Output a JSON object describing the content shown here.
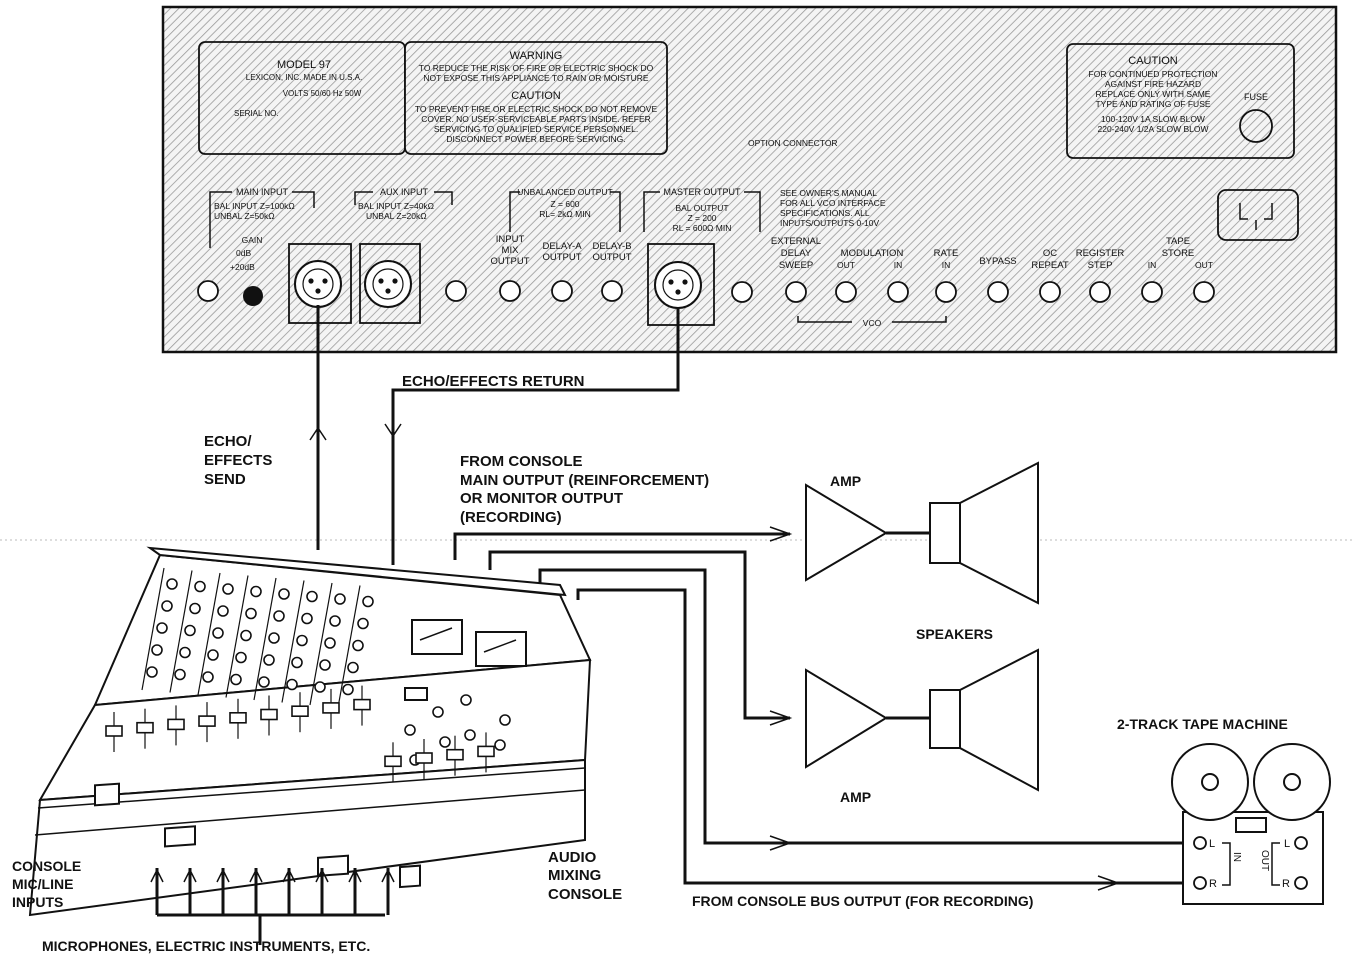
{
  "panel": {
    "model_box": {
      "model": "MODEL 97",
      "maker": "LEXICON, INC. MADE IN U.S.A.",
      "volts": "VOLTS 50/60 Hz 50W",
      "serial": "SERIAL NO."
    },
    "warning_box": {
      "warning_title": "WARNING",
      "warning_line1": "TO REDUCE THE RISK OF FIRE OR ELECTRIC SHOCK DO",
      "warning_line2": "NOT EXPOSE THIS APPLIANCE TO RAIN OR MOISTURE",
      "caution_title": "CAUTION",
      "caution_line1": "TO PREVENT FIRE OR ELECTRIC SHOCK DO NOT REMOVE",
      "caution_line2": "COVER. NO USER-SERVICEABLE PARTS INSIDE. REFER",
      "caution_line3": "SERVICING TO QUALIFIED SERVICE PERSONNEL.",
      "caution_line4": "DISCONNECT POWER BEFORE SERVICING."
    },
    "option_connector": "OPTION CONNECTOR",
    "fuse_box": {
      "title": "CAUTION",
      "line1": "FOR CONTINUED PROTECTION",
      "line2": "AGAINST FIRE HAZARD",
      "line3": "REPLACE ONLY WITH SAME",
      "line4": "TYPE AND RATING OF FUSE",
      "line5": "100-120V 1A SLOW BLOW",
      "line6": "220-240V 1/2A SLOW BLOW",
      "fuse": "FUSE"
    },
    "main_input": {
      "title": "MAIN INPUT",
      "line1": "BAL INPUT Z=100kΩ",
      "line2": "UNBAL Z=50kΩ",
      "gain": "GAIN",
      "gain1": "0dB",
      "gain2": "+20dB"
    },
    "aux_input": {
      "title": "AUX INPUT",
      "line1": "BAL INPUT Z=40kΩ",
      "line2": "UNBAL Z=20kΩ"
    },
    "unbalanced_output": {
      "title": "UNBALANCED OUTPUT",
      "line1": "Z = 600",
      "line2": "RL= 2kΩ MIN"
    },
    "master_output": {
      "title": "MASTER OUTPUT",
      "line1": "BAL OUTPUT",
      "line2": "Z = 200",
      "line3": "RL = 600Ω MIN"
    },
    "owners_manual": {
      "line1": "SEE OWNER'S MANUAL",
      "line2": "FOR ALL VCO INTERFACE",
      "line3": "SPECIFICATIONS. ALL",
      "line4": "INPUTS/OUTPUTS 0-10V"
    },
    "jacks": {
      "input_mix_output": [
        "INPUT",
        "MIX",
        "OUTPUT"
      ],
      "delay_a_output": [
        "DELAY-A",
        "OUTPUT"
      ],
      "delay_b_output": [
        "DELAY-B",
        "OUTPUT"
      ],
      "external": "EXTERNAL",
      "delay_sweep": [
        "DELAY",
        "SWEEP"
      ],
      "modulation": "MODULATION",
      "mod_out": "OUT",
      "mod_in": "IN",
      "rate": "RATE",
      "rate_in": "IN",
      "bypass": "BYPASS",
      "oc_repeat": [
        "OC",
        "REPEAT"
      ],
      "register_step": [
        "REGISTER",
        "STEP"
      ],
      "tape_store": [
        "TAPE",
        "STORE"
      ],
      "tape_in": "IN",
      "tape_out": "OUT",
      "vco": "VCO"
    }
  },
  "labels": {
    "echo_return": "ECHO/EFFECTS RETURN",
    "echo_send": [
      "ECHO/",
      "EFFECTS",
      "SEND"
    ],
    "from_console": [
      "FROM CONSOLE",
      "MAIN OUTPUT (REINFORCEMENT)",
      "OR MONITOR OUTPUT",
      "(RECORDING)"
    ],
    "amp_top": "AMP",
    "amp_bottom": "AMP",
    "speakers": "SPEAKERS",
    "tape_machine": "2-TRACK TAPE MACHINE",
    "audio_console": [
      "AUDIO",
      "MIXING",
      "CONSOLE"
    ],
    "console_inputs": [
      "CONSOLE",
      "MIC/LINE",
      "INPUTS"
    ],
    "microphones": "MICROPHONES, ELECTRIC INSTRUMENTS, ETC.",
    "bus_output": "FROM CONSOLE BUS OUTPUT (FOR RECORDING)",
    "tape_in": "IN",
    "tape_out": "OUT",
    "tape_l": "L",
    "tape_r": "R"
  }
}
